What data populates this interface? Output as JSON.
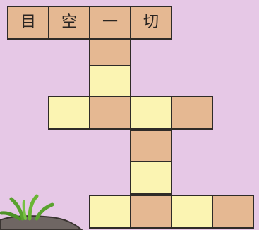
{
  "puzzle": {
    "words": [
      "目",
      "空",
      "一",
      "切"
    ],
    "blank_cells": [
      {
        "row": 1,
        "col": 2,
        "color": "tan"
      },
      {
        "row": 2,
        "col": 2,
        "color": "yellow"
      },
      {
        "row": 3,
        "col": 1,
        "color": "yellow"
      },
      {
        "row": 3,
        "col": 2,
        "color": "tan"
      },
      {
        "row": 3,
        "col": 3,
        "color": "yellow"
      },
      {
        "row": 3,
        "col": 4,
        "color": "tan"
      },
      {
        "row": 4,
        "col": 3,
        "color": "tan"
      },
      {
        "row": 5,
        "col": 3,
        "color": "yellow"
      },
      {
        "row": 6,
        "col": 2,
        "color": "yellow"
      },
      {
        "row": 6,
        "col": 3,
        "color": "tan"
      },
      {
        "row": 6,
        "col": 4,
        "color": "yellow"
      },
      {
        "row": 6,
        "col": 5,
        "color": "tan"
      }
    ]
  },
  "colors": {
    "background": "#e6c8e6",
    "tan": "#e5b892",
    "yellow": "#fbf4b2",
    "border": "#2f2b28"
  }
}
